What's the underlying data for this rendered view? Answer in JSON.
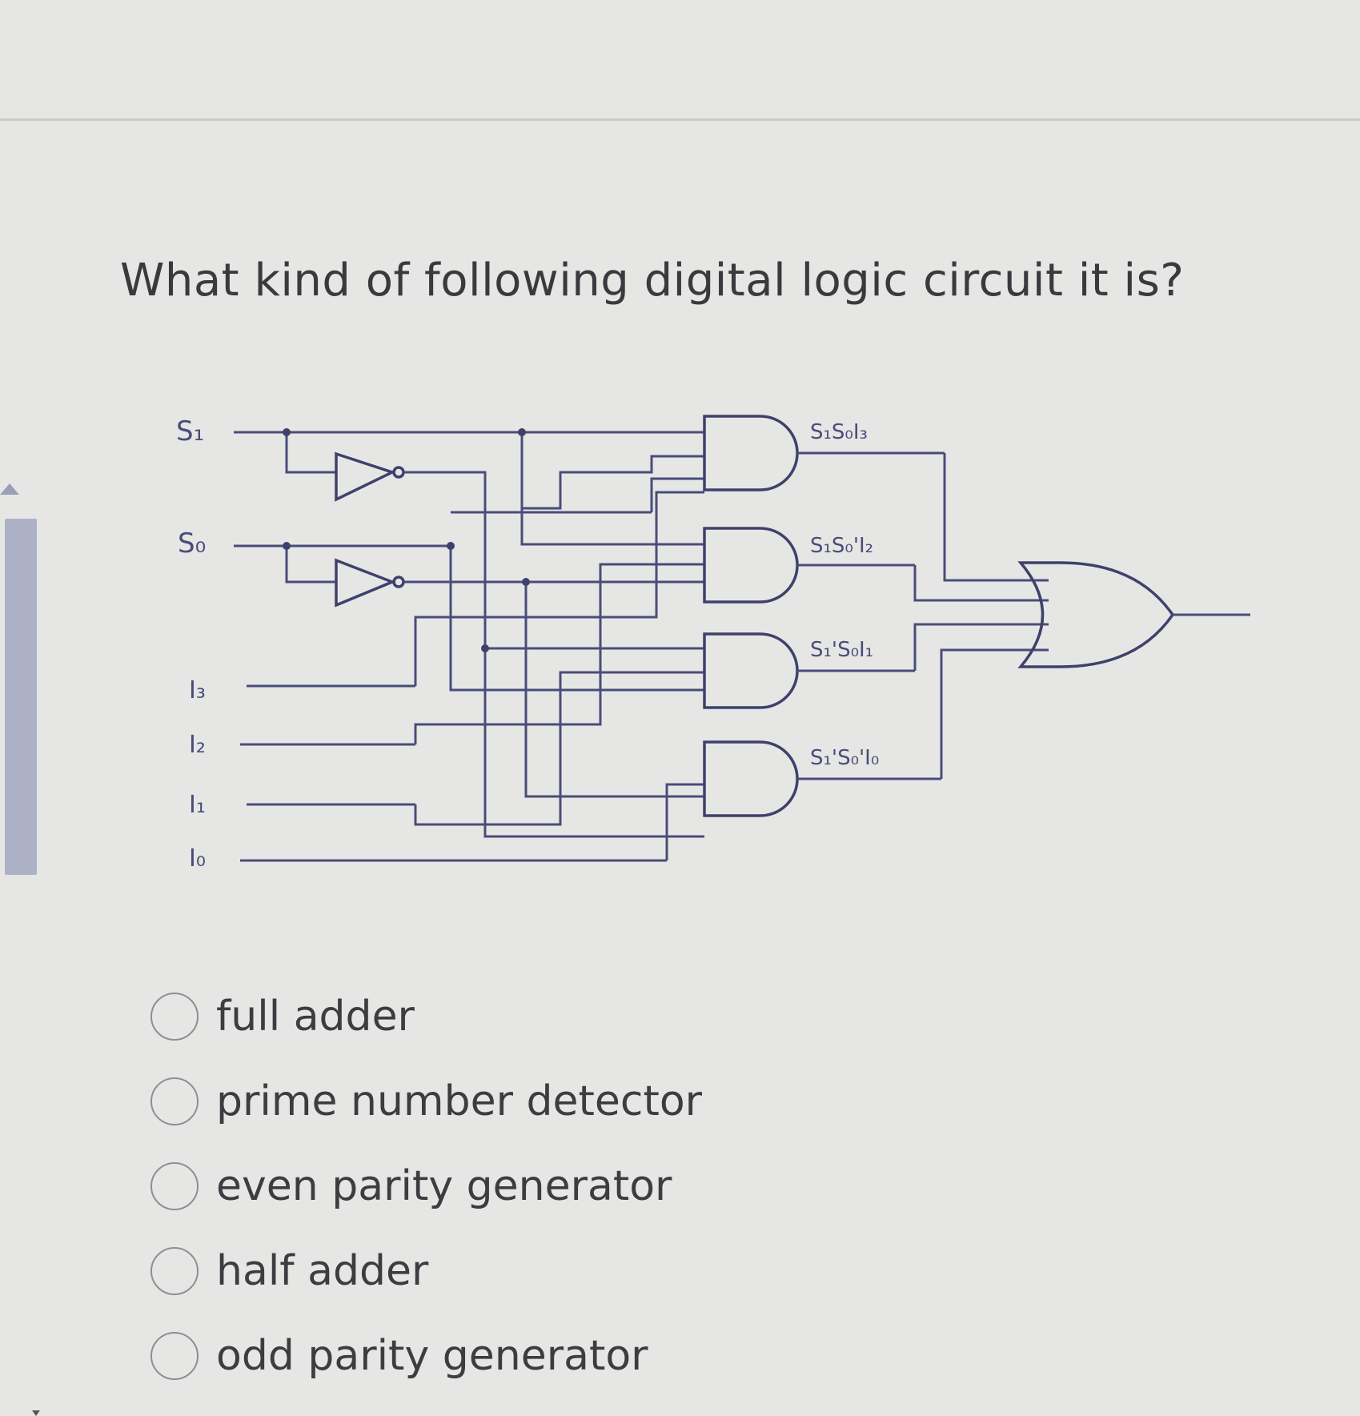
{
  "question": "What kind of following digital logic circuit it is?",
  "diagram": {
    "inputs": [
      "S₁",
      "S₀",
      "I₃",
      "I₂",
      "I₁",
      "I₀"
    ],
    "gate_outputs": [
      "S₁S₀I₃",
      "S₁S₀'I₂",
      "S₁'S₀I₁",
      "S₁'S₀'I₀"
    ]
  },
  "options": [
    {
      "label": "full adder"
    },
    {
      "label": "prime number detector"
    },
    {
      "label": "even parity generator"
    },
    {
      "label": "half adder"
    },
    {
      "label": "odd parity generator"
    }
  ]
}
